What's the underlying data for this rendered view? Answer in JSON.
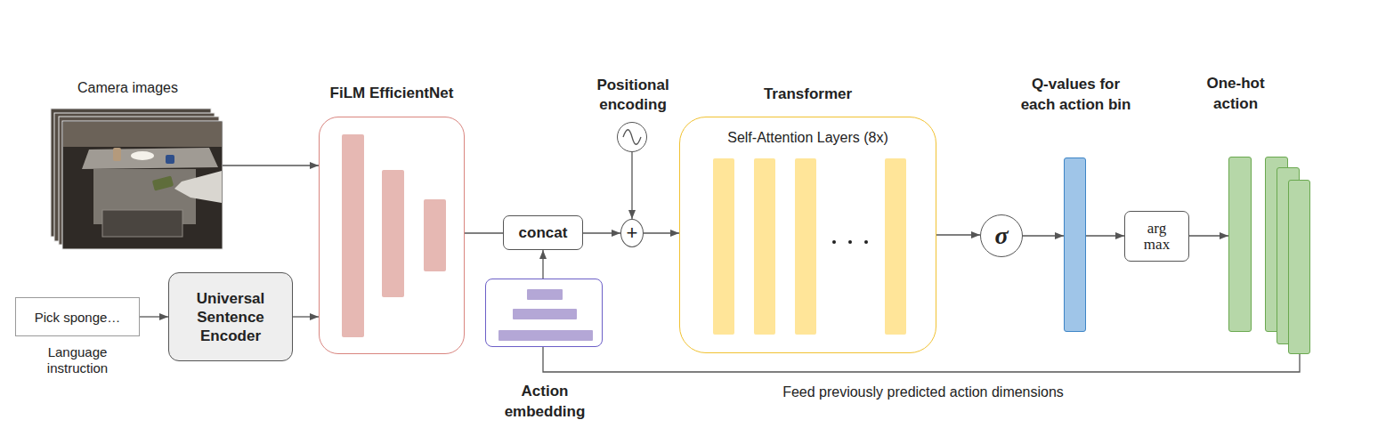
{
  "diagram": {
    "nodes": [
      {
        "text": [
          "Camera images"
        ]
      },
      {
        "text": [
          "Pick sponge…",
          "Language instruction"
        ]
      },
      {
        "text": [
          "Universal Sentence Encoder"
        ]
      },
      {
        "text": [
          "FiLM EfficientNet"
        ]
      },
      {
        "text": [
          "concat"
        ]
      },
      {
        "text": [
          "Positional encoding"
        ]
      },
      {
        "text": [
          "+"
        ]
      },
      {
        "text": [
          "Action embedding"
        ]
      },
      {
        "text": [
          "Transformer",
          "Self-Attention Layers (8x)"
        ]
      },
      {
        "text": [
          "σ"
        ]
      },
      {
        "text": [
          "Q-values for each action bin"
        ]
      },
      {
        "text": [
          "arg max"
        ]
      },
      {
        "text": [
          "One-hot action"
        ]
      }
    ],
    "edges": [
      {
        "from": 0,
        "to": 3,
        "arrow": "to"
      },
      {
        "from": 1,
        "to": 2,
        "arrow": "to"
      },
      {
        "from": 2,
        "to": 3,
        "arrow": "to"
      },
      {
        "from": 3,
        "to": 4,
        "arrow": "none"
      },
      {
        "from": 7,
        "to": 4,
        "arrow": "to"
      },
      {
        "from": 4,
        "to": 6,
        "arrow": "to"
      },
      {
        "from": 5,
        "to": 6,
        "arrow": "to"
      },
      {
        "from": 6,
        "to": 8,
        "arrow": "to"
      },
      {
        "from": 8,
        "to": 9,
        "arrow": "to"
      },
      {
        "from": 9,
        "to": 10,
        "arrow": "to"
      },
      {
        "from": 10,
        "to": 11,
        "arrow": "to"
      },
      {
        "from": 11,
        "to": 12,
        "arrow": "to"
      },
      {
        "from": 12,
        "to": 7,
        "label": "Feed previously predicted action dimensions",
        "arrow": "none"
      }
    ]
  }
}
